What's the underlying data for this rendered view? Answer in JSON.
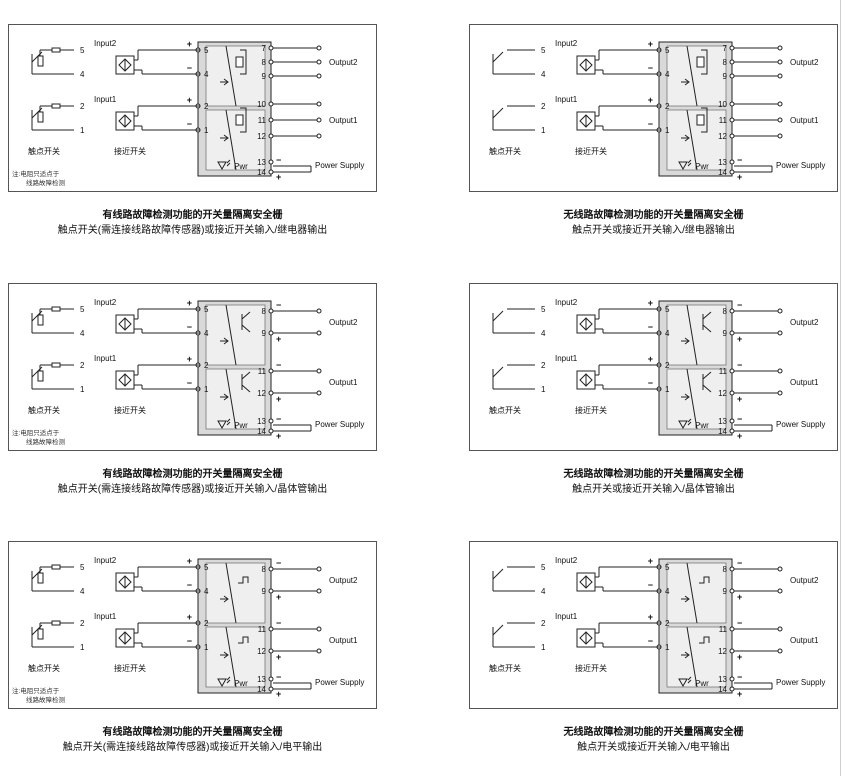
{
  "labels": {
    "input1": "Input1",
    "input2": "Input2",
    "output1": "Output1",
    "output2": "Output2",
    "power": "Power Supply",
    "pwr": "Pwr",
    "contact_switch": "触点开关",
    "proximity_switch": "接近开关",
    "note_line1": "注:电阻只适点于",
    "note_line2": "线路故障检测"
  },
  "pins": {
    "in2a": "5",
    "in2b": "4",
    "in1a": "2",
    "in1b": "1",
    "p7": "7",
    "p8": "8",
    "p9": "9",
    "p10": "10",
    "p11": "11",
    "p12": "12",
    "p13": "13",
    "p14": "14"
  },
  "panels": [
    {
      "title": "有线路故障检测功能的开关量隔离安全栅",
      "subtitle": "触点开关(需连接线路故障传感器)或接近开关输入/继电器输出"
    },
    {
      "title": "无线路故障检测功能的开关量隔离安全栅",
      "subtitle": "触点开关或接近开关输入/继电器输出"
    },
    {
      "title": "有线路故障检测功能的开关量隔离安全栅",
      "subtitle": "触点开关(需连接线路故障传感器)或接近开关输入/晶体管输出"
    },
    {
      "title": "无线路故障检测功能的开关量隔离安全栅",
      "subtitle": "触点开关或接近开关输入/晶体管输出"
    },
    {
      "title": "有线路故障检测功能的开关量隔离安全栅",
      "subtitle": "触点开关(需连接线路故障传感器)或接近开关输入/电平输出"
    },
    {
      "title": "无线路故障检测功能的开关量隔离安全栅",
      "subtitle": "触点开关或接近开关输入/电平输出"
    }
  ]
}
